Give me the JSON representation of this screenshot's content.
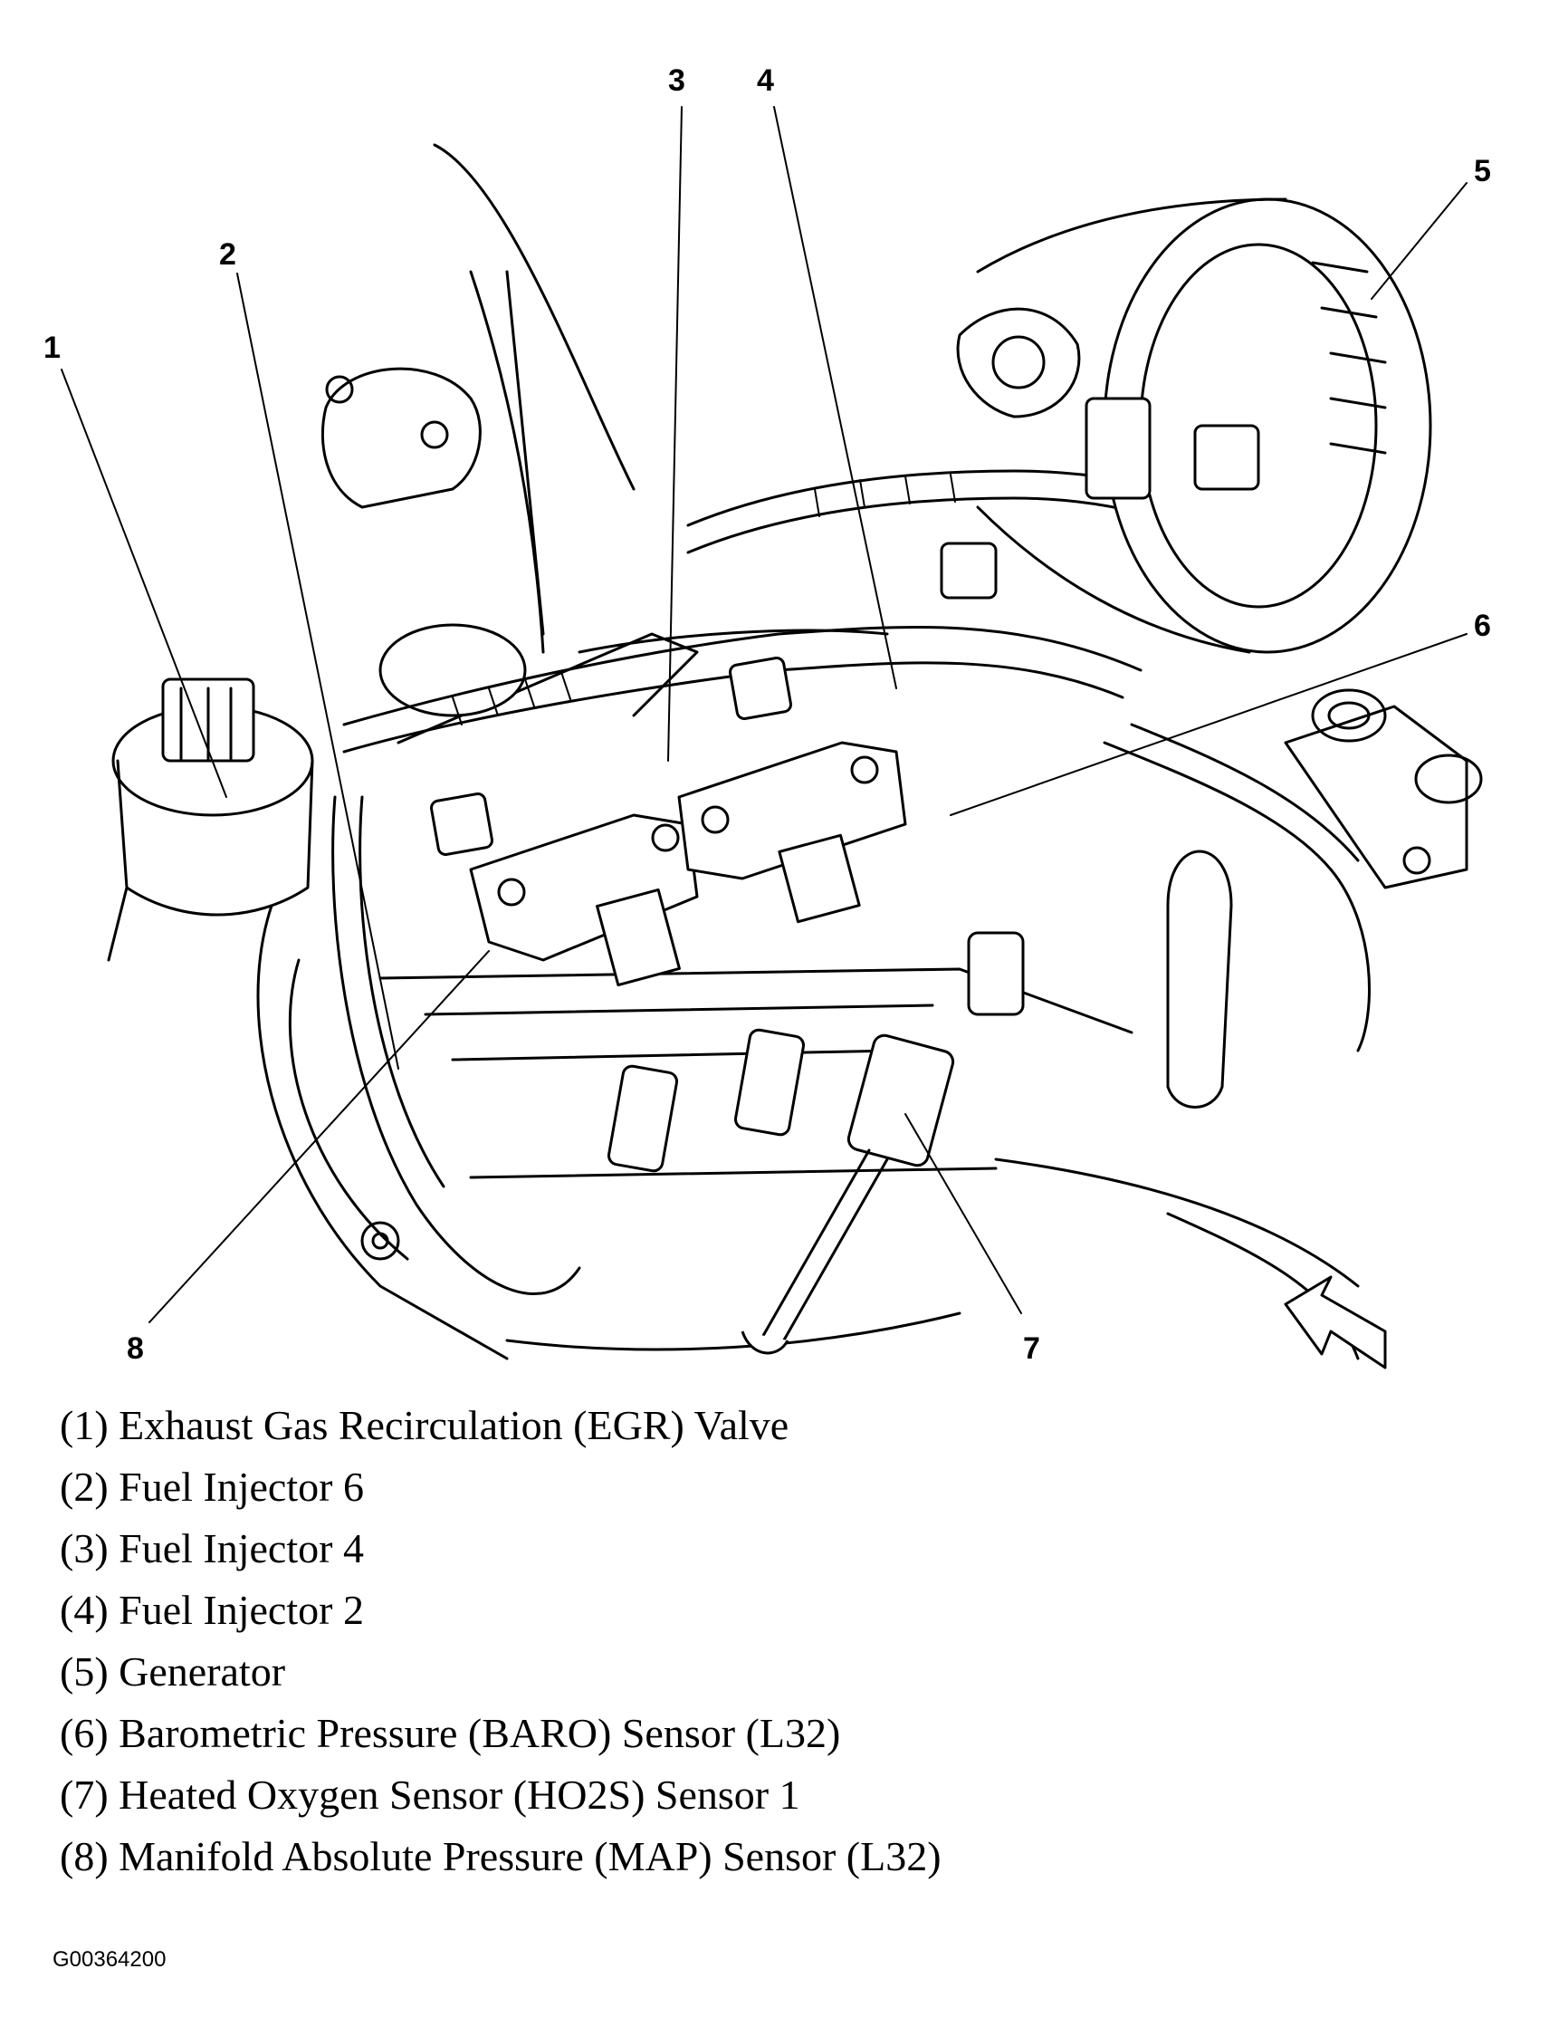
{
  "callouts": [
    "1",
    "2",
    "3",
    "4",
    "5",
    "6",
    "7",
    "8"
  ],
  "legend": [
    "(1) Exhaust Gas Recirculation (EGR) Valve",
    "(2) Fuel Injector 6",
    "(3) Fuel Injector 4",
    "(4) Fuel Injector 2",
    "(5) Generator",
    "(6) Barometric Pressure (BARO) Sensor (L32)",
    "(7) Heated Oxygen Sensor (HO2S) Sensor 1",
    "(8) Manifold Absolute Pressure (MAP) Sensor (L32)"
  ],
  "figure_code": "G00364200"
}
